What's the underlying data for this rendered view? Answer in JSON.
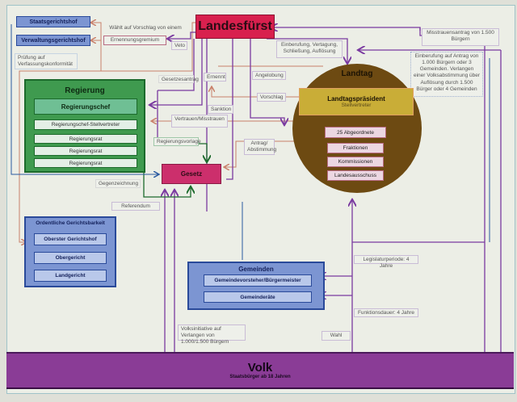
{
  "colors": {
    "landesfuerst": "#d8204e",
    "gesetz": "#cc2f6c",
    "regierung": "#3f9a4f",
    "landtag": "#6d4a12",
    "landtag_president": "#c9ad37",
    "courts": "#7c95d2",
    "volk": "#8a3c96",
    "arrow_purple": "#7a3aa0",
    "arrow_salmon": "#c9806a",
    "arrow_green": "#1c6a2c",
    "arrow_blue": "#2a5aa0"
  },
  "landesfuerst": {
    "title": "Landesfürst"
  },
  "courts_top": {
    "staatsgerichtshof": "Staatsgerichtshof",
    "verwaltungsgerichtshof": "Verwaltungsgerichtshof",
    "pruefung": "Prüfung auf Verfassungskonformität"
  },
  "ernennung": {
    "waehlt": "Wählt auf Vorschlag von einem",
    "gremium": "Ernennungsgremium",
    "veto": "Veto"
  },
  "regierung": {
    "title": "Regierung",
    "chef": "Regierungschef",
    "members": [
      "Regierungschef-Stellvertreter",
      "Regierungsrat",
      "Regierungsrat",
      "Regierungsrat"
    ]
  },
  "gesetz": {
    "title": "Gesetz"
  },
  "landtag": {
    "title": "Landtag",
    "president": "Landtagspräsident",
    "deputy": "Stellvertreter",
    "members": [
      "25 Abgeordnete",
      "Fraktionen",
      "Kommissionen",
      "Landesausschuss"
    ]
  },
  "ordentliche": {
    "title": "Ordentliche Gerichtsbarkeit",
    "courts": [
      "Oberster Gerichtshof",
      "Obergericht",
      "Landgericht"
    ]
  },
  "gemeinden": {
    "title": "Gemeinden",
    "rows": [
      "Gemeindevorsteher/Bürgermeister",
      "Gemeinderäte"
    ]
  },
  "volk": {
    "title": "Volk",
    "subtitle": "Staatsbürger ab 18 Jahren"
  },
  "labels": {
    "einberufung": "Einberufung, Vertagung, Schließung, Auflösung",
    "misstrauensantrag": "Misstrauensantrag von 1.500 Bürgern",
    "einberufung_antrag": "Einberufung auf Antrag von 1.000 Bürgern oder 3 Gemeinden. Verlangen einer Volksabstimmung über Auflösung durch 1.500 Bürger oder 4 Gemeinden",
    "gesetzesantrag": "Gesetzesantrag",
    "ernennt": "Ernennt",
    "angelobung": "Angelobung",
    "vorschlag": "Vorschlag",
    "sanktion": "Sanktion",
    "vertrauen": "Vertrauen/Misstrauen",
    "regierungsvorlage": "Regierungsvorlage",
    "antrag": "Antrag/ Abstimmung",
    "gegenzeichnung": "Gegenzeichnung",
    "referendum": "Referendum",
    "legislaturperiode": "Legislaturperiode: 4 Jahre",
    "funktionsdauer": "Funktionsdauer: 4 Jahre",
    "volksinitiative": "Volksinitiative auf Verlangen von 1.000/1.500 Bürgern",
    "wahl": "Wahl"
  }
}
